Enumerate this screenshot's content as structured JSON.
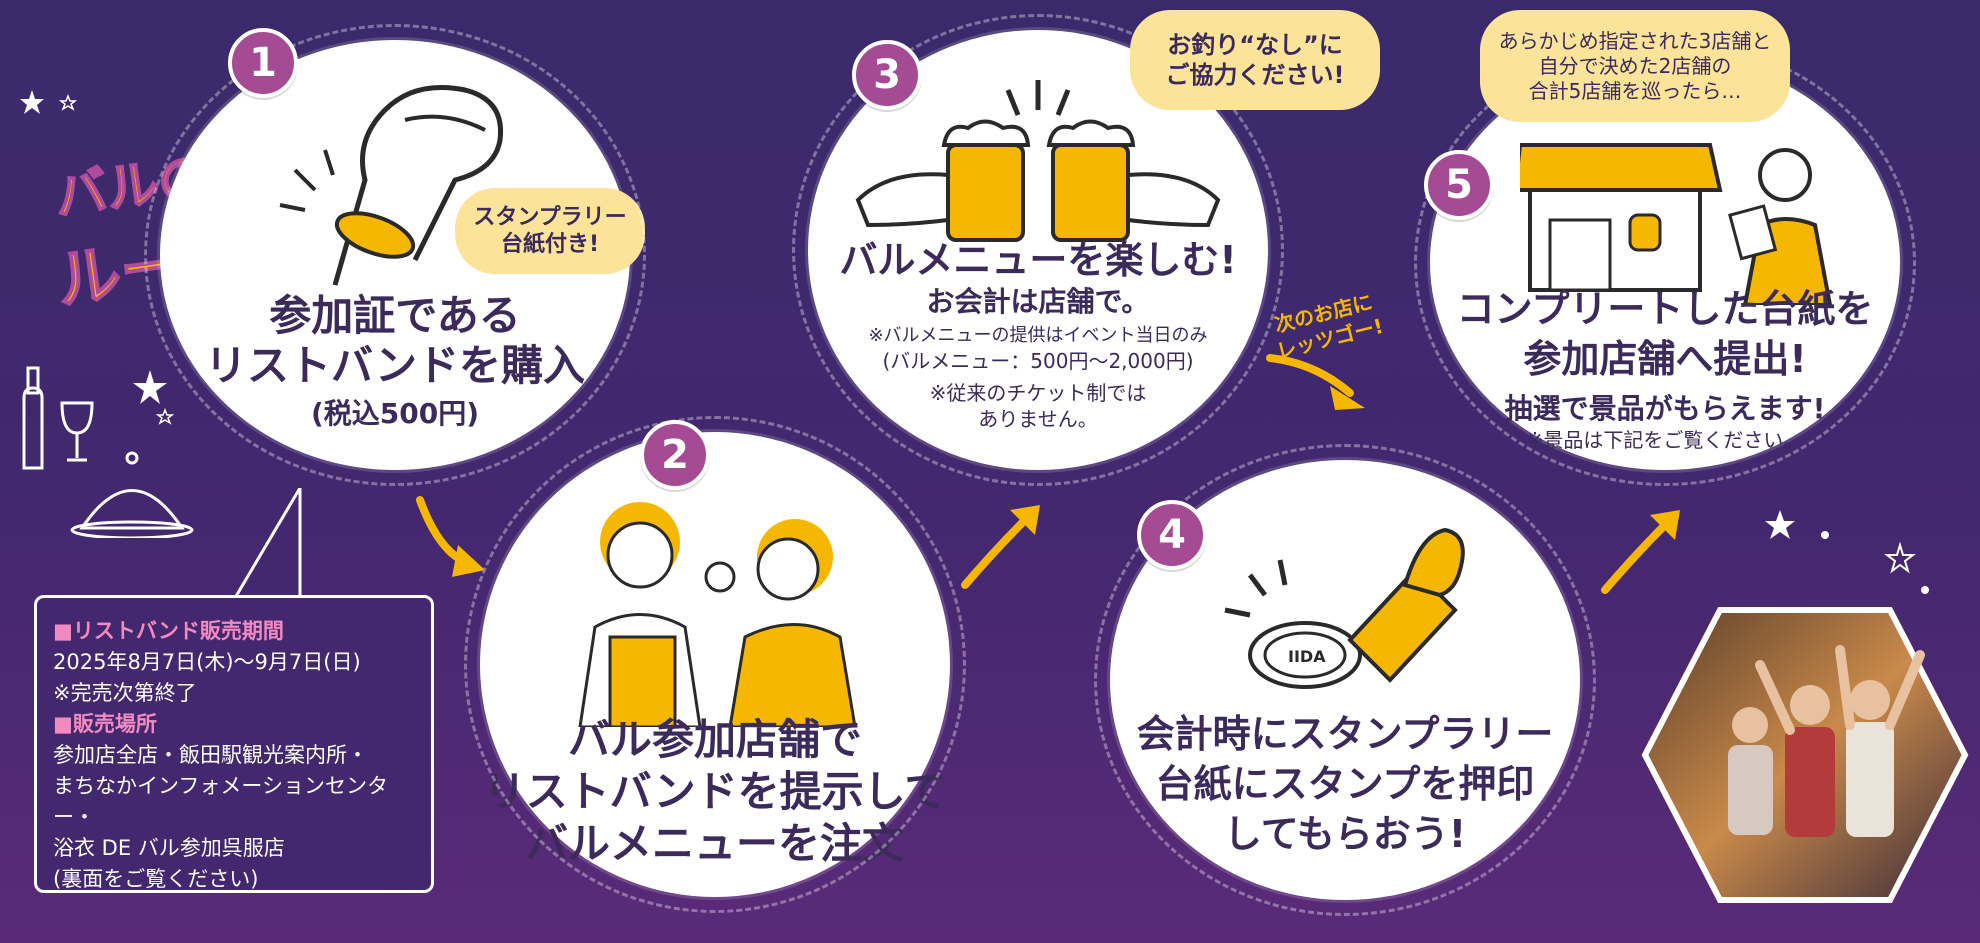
{
  "title": {
    "line1": "バルの",
    "line2": "ルール"
  },
  "steps": [
    {
      "number": "1",
      "bubble": "スタンプラリー\n台紙付き!",
      "heading_l1": "参加証である",
      "heading_l2": "リストバンドを購入",
      "note": "(税込500円)"
    },
    {
      "number": "2",
      "line1": "バル参加店舗で",
      "line2": "リストバンドを提示して",
      "line3": "バルメニューを注文"
    },
    {
      "number": "3",
      "bubble_l1": "お釣り“なし”に",
      "bubble_l2": "ご協力ください!",
      "heading": "バルメニューを楽しむ!",
      "sub": "お会計は店舗で。",
      "note1": "※バルメニューの提供はイベント当日のみ",
      "note2": "(バルメニュー：500円〜2,000円)",
      "note3": "※従来のチケット制では",
      "note4": "ありません。"
    },
    {
      "number": "4",
      "stamp_text": "IIDA",
      "line1": "会計時にスタンプラリー",
      "line2": "台紙にスタンプを押印",
      "line3": "してもらおう!"
    },
    {
      "number": "5",
      "bubble_l1": "あらかじめ指定された3店舗と",
      "bubble_l2": "自分で決めた2店舗の",
      "bubble_l3": "合計5店舗を巡ったら…",
      "heading_l1": "コンプリートした台紙を",
      "heading_l2": "参加店舗へ提出!",
      "sub": "抽選で景品がもらえます!",
      "note": "※景品は下記をご覧ください。"
    }
  ],
  "next_store": {
    "line1": "次のお店に",
    "line2": "レッツゴー!"
  },
  "info": {
    "period_head": "■リストバンド販売期間",
    "period": "2025年8月7日(木)〜9月7日(日)",
    "period_note": "※完売次第終了",
    "place_head": "■販売場所",
    "place1": "参加店全店・飯田駅観光案内所・",
    "place2": "まちなかインフォメーションセンター・",
    "place3": "浴衣 DE バル参加呉服店",
    "place_note": "(裏面をご覧ください)"
  },
  "colors": {
    "background": "#3f2a6e",
    "accent": "#f5b700",
    "number": "#a44b94",
    "bubble": "#fbe39a",
    "title": "#f5b700",
    "title_outline": "#b04a9a"
  }
}
